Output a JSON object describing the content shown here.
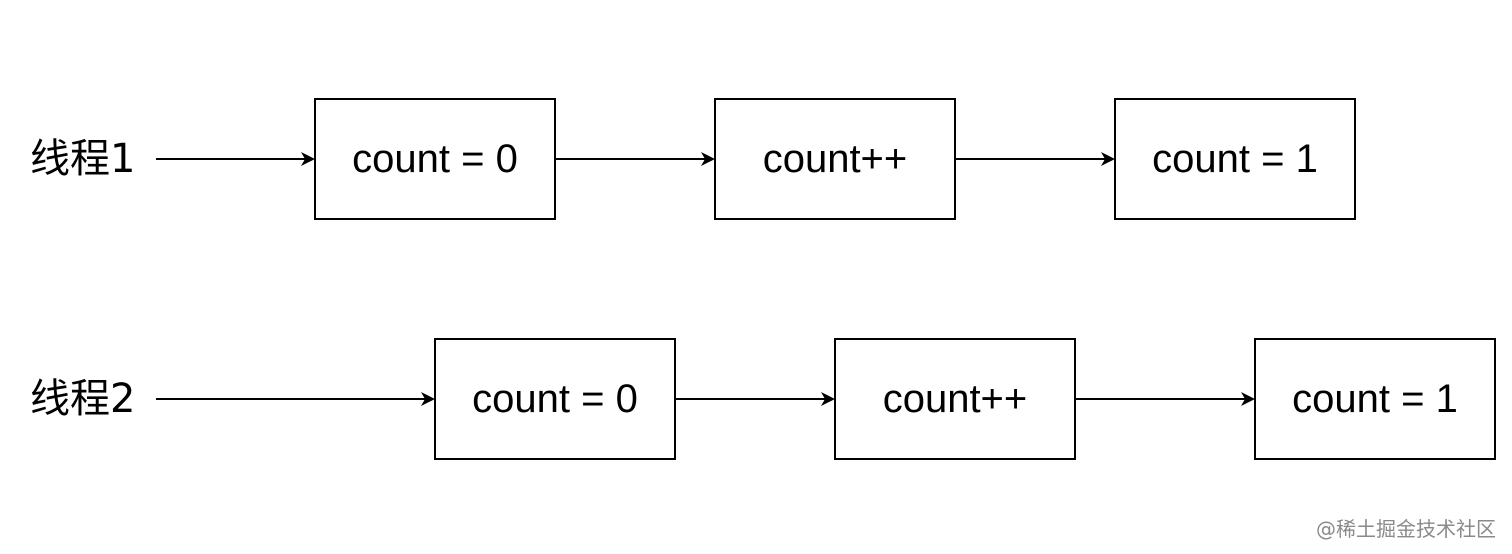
{
  "rows": [
    {
      "label": "线程1",
      "steps": [
        "count = 0",
        "count++",
        "count = 1"
      ]
    },
    {
      "label": "线程2",
      "steps": [
        "count = 0",
        "count++",
        "count = 1"
      ]
    }
  ],
  "watermark": "@稀土掘金技术社区"
}
